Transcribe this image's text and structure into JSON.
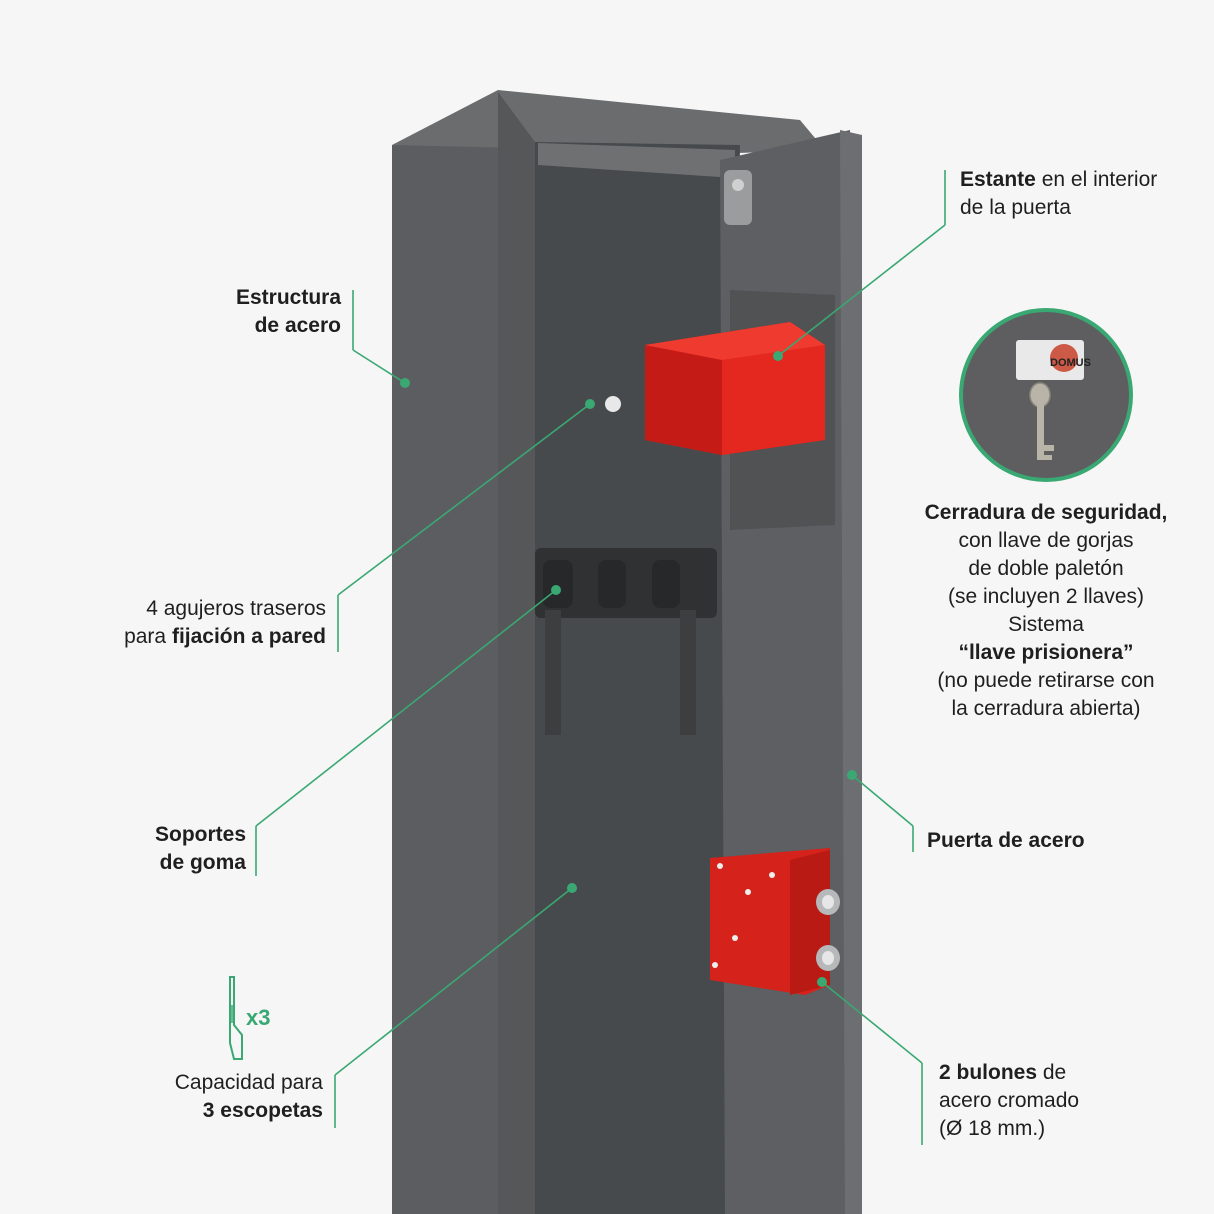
{
  "colors": {
    "accent": "#3aa873",
    "cabinet": "#5a5c5e",
    "interior": "#4a4c4e",
    "red_part": "#d8211c",
    "background": "#f6f6f6"
  },
  "labels": {
    "structure": {
      "line1": "Estructura",
      "line2": "de acero"
    },
    "holes": {
      "line1": "4 agujeros traseros",
      "line2_prefix": "para ",
      "line2_bold": "fijación a pared"
    },
    "rubber": {
      "line1": "Soportes",
      "line2": "de goma"
    },
    "capacity": {
      "multiplier": "x3",
      "line1": "Capacidad para",
      "line2": "3 escopetas",
      "icon": "shotgun-icon"
    },
    "shelf": {
      "bold": "Estante",
      "rest": " en el interior",
      "line2": "de la puerta"
    },
    "lock": {
      "line1": "Cerradura de seguridad,",
      "line2": "con llave de gorjas",
      "line3": "de doble paletón",
      "line4": "(se incluyen 2 llaves)",
      "line5": "Sistema",
      "line6": "“llave prisionera”",
      "line7": "(no puede retirarse con",
      "line8": "la cerradura abierta)",
      "key_tag_text": "DOMUS"
    },
    "door": {
      "text": "Puerta de acero"
    },
    "bolts": {
      "bold": "2 bulones",
      "rest": " de",
      "line2": "acero cromado",
      "line3": "(Ø 18 mm.)"
    }
  }
}
